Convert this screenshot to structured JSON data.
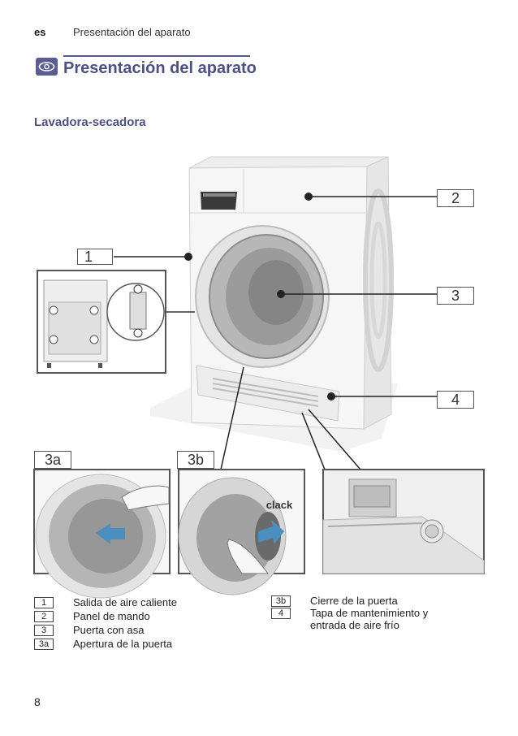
{
  "header": {
    "lang": "es",
    "title": "Presentación del aparato"
  },
  "section": {
    "title": "Presentación del aparato",
    "subtitle": "Lavadora-secadora"
  },
  "callouts": {
    "c1": "1",
    "c2": "2",
    "c3": "3",
    "c4": "4",
    "c3a": "3a",
    "c3b": "3b"
  },
  "clack": "clack",
  "legend_left": [
    {
      "key": "1",
      "text": "Salida de aire caliente"
    },
    {
      "key": "2",
      "text": "Panel de mando"
    },
    {
      "key": "3",
      "text": "Puerta con asa"
    },
    {
      "key": "3a",
      "text": "Apertura de la puerta"
    }
  ],
  "legend_right": [
    {
      "key": "3b",
      "text": "Cierre de la puerta"
    },
    {
      "key": "4",
      "text": "Tapa de mantenimiento y",
      "text2": "entrada de aire frío"
    }
  ],
  "page_number": "8",
  "colors": {
    "accent": "#4d5086",
    "arrow": "#4a8fbe"
  }
}
